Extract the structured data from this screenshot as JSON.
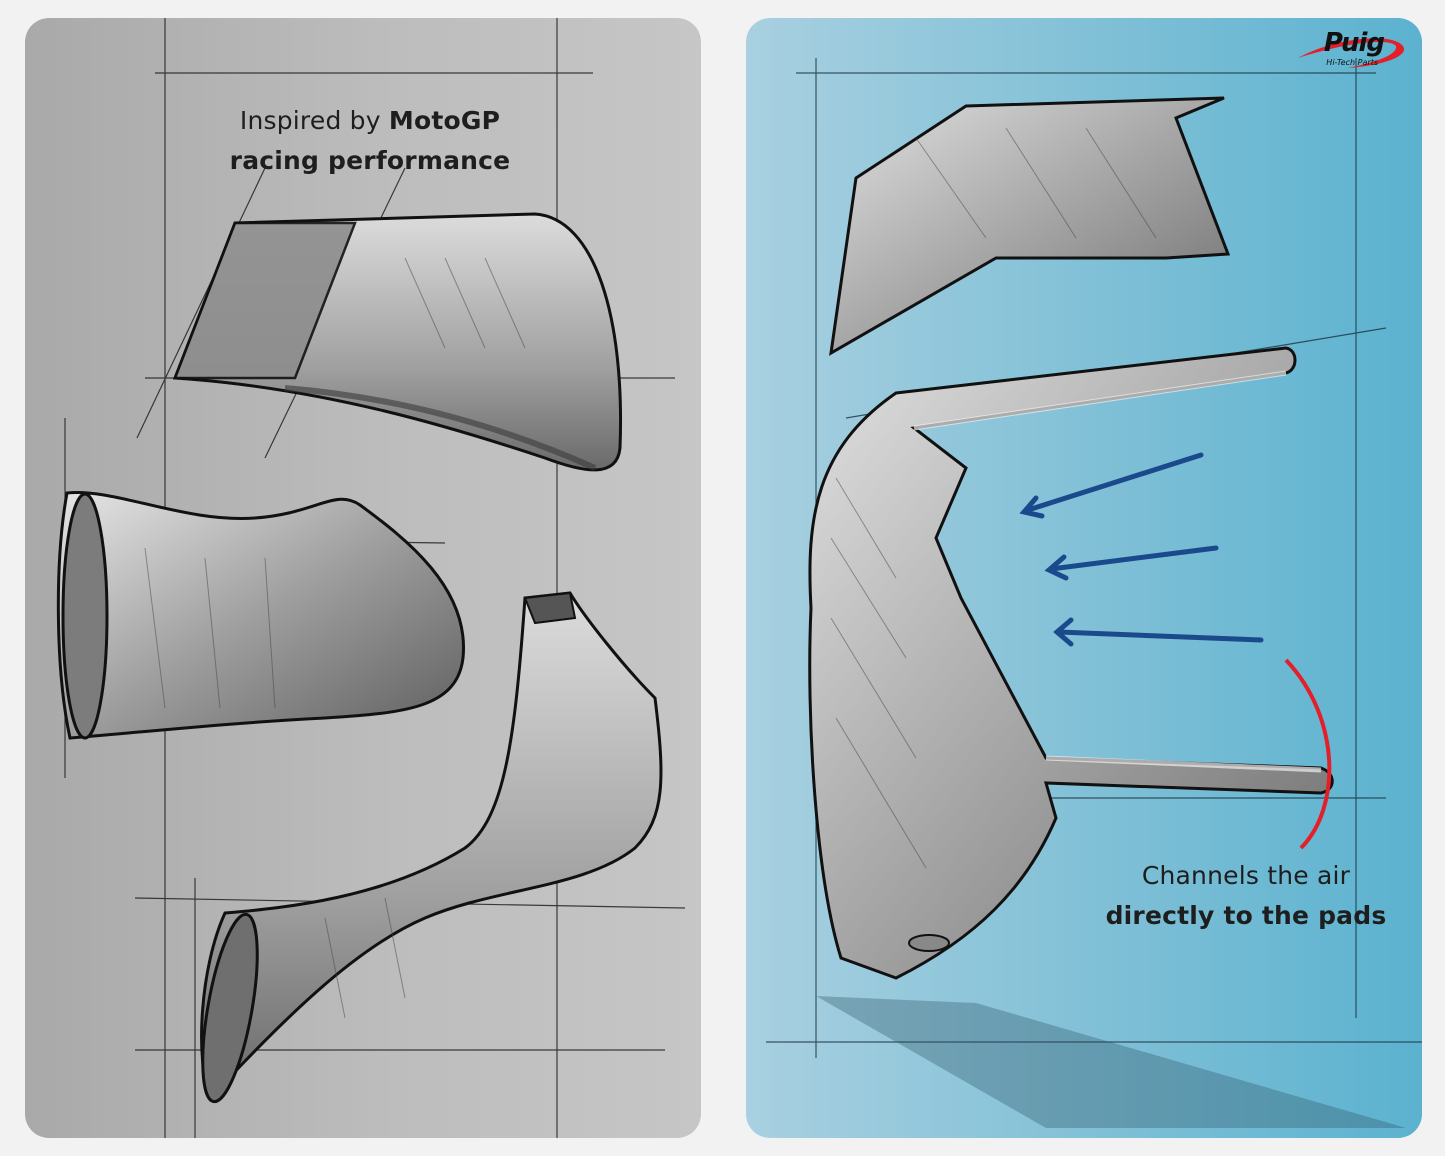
{
  "left_panel": {
    "caption_line1_normal": "Inspired by ",
    "caption_line1_bold": "MotoGP",
    "caption_line2_bold": "racing performance"
  },
  "right_panel": {
    "caption_line1": "Channels the air",
    "caption_line2_bold": "directly to the pads",
    "logo": {
      "brand": "Puig",
      "tagline": "Hi-Tech Parts"
    },
    "arrow_color": "#1a4a8c",
    "arc_color": "#e3202a"
  }
}
